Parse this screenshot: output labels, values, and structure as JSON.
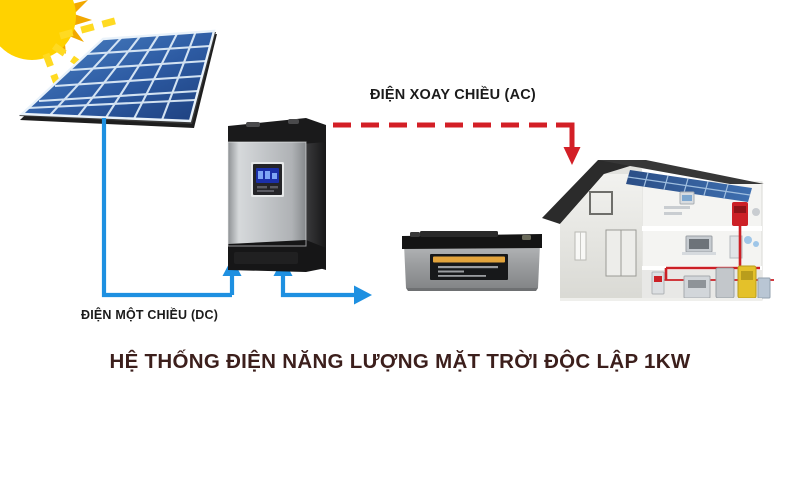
{
  "diagram": {
    "title": "HỆ THỐNG ĐIỆN NĂNG LƯỢNG MẶT TRỜI ĐỘC LẬP 1KW",
    "background_color": "#FFFFFF"
  },
  "labels": {
    "ac": "ĐIỆN XOAY CHIỀU (AC)",
    "dc": "ĐIỆN MỘT CHIỀU (DC)"
  },
  "colors": {
    "dc_wire": "#1E90E1",
    "ac_wire": "#D31F26",
    "title": "#3C1F1C",
    "label_text": "#1B1B1B",
    "sun": "#FFD200",
    "sun_shadow": "#F0A500",
    "panel_cell": "#2F5FA8",
    "panel_frame": "#2B2B2B",
    "inverter_body": "#BFC2C4",
    "inverter_cap": "#1C1C1C",
    "inverter_screen": "#2A49C8",
    "battery_body": "#9B9C9E",
    "battery_top": "#171717",
    "battery_label": "#E8A33D",
    "house_wall": "#E6E6E2",
    "house_roof": "#2D2D2D",
    "house_pipe": "#CC2026",
    "house_boiler": "#E4C12A"
  },
  "components": {
    "sun": {
      "name": "Sun",
      "icon": "sun-icon"
    },
    "solar_panel": {
      "name": "Solar panel array",
      "icon": "solar-panel-icon",
      "cell_columns": 6,
      "cell_rows": 5
    },
    "inverter": {
      "name": "Hybrid inverter",
      "icon": "inverter-icon"
    },
    "battery": {
      "name": "Battery bank",
      "icon": "battery-icon"
    },
    "house": {
      "name": "House load",
      "icon": "house-icon"
    }
  },
  "flows": [
    {
      "id": "panel-to-inverter",
      "type": "dc",
      "label": "ĐIỆN MỘT CHIỀU (DC)",
      "color": "#1E90E1",
      "style": "solid"
    },
    {
      "id": "inverter-to-battery",
      "type": "dc",
      "label": "ĐIỆN MỘT CHIỀU (DC)",
      "color": "#1E90E1",
      "style": "solid"
    },
    {
      "id": "inverter-to-house",
      "type": "ac",
      "label": "ĐIỆN XOAY CHIỀU (AC)",
      "color": "#D31F26",
      "style": "dashed"
    }
  ]
}
